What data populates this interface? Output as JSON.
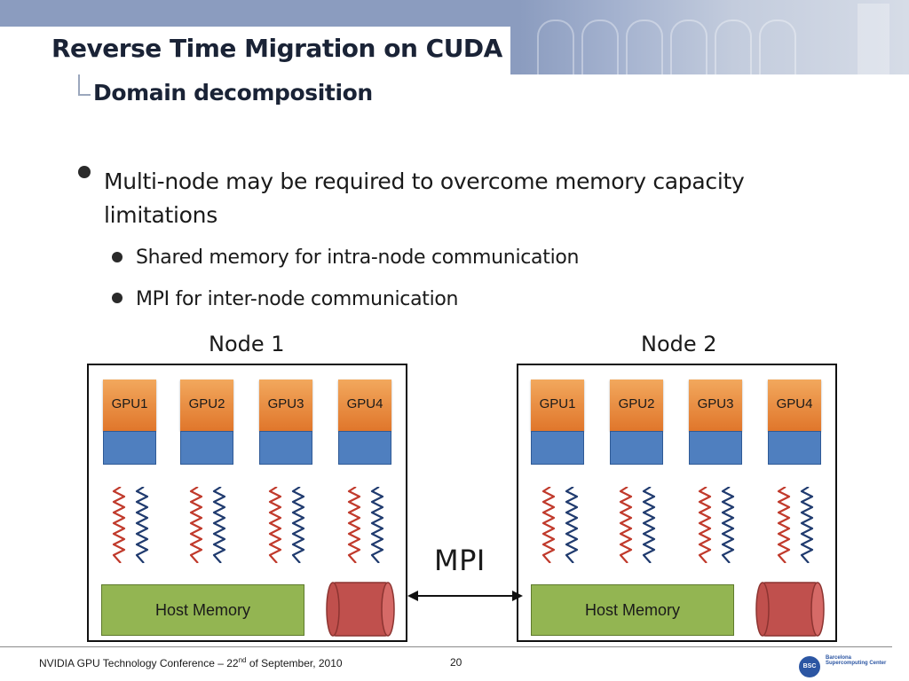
{
  "slide": {
    "title": "Reverse Time Migration on CUDA",
    "subtitle": "Domain decomposition",
    "bullets": [
      {
        "text": "Multi-node may be required to overcome memory capacity limitations",
        "sub": [
          "Shared memory for intra-node communication",
          "MPI for inter-node communication"
        ]
      }
    ]
  },
  "diagram": {
    "nodes": [
      {
        "label": "Node 1",
        "gpus": [
          "GPU1",
          "GPU2",
          "GPU3",
          "GPU4"
        ],
        "host_memory": "Host Memory"
      },
      {
        "label": "Node 2",
        "gpus": [
          "GPU1",
          "GPU2",
          "GPU3",
          "GPU4"
        ],
        "host_memory": "Host Memory"
      }
    ],
    "link_label": "MPI",
    "colors": {
      "gpu": "#e8873b",
      "gpu_memory": "#4f7fbf",
      "host_memory": "#93b552",
      "disk": "#c0504d",
      "coil_red": "#c0392b",
      "coil_blue": "#1f3a6e"
    }
  },
  "footer": {
    "conference_prefix": "NVIDIA GPU Technology Conference – 22",
    "conference_sup": "nd",
    "conference_suffix": " of September, 2010",
    "page_number": "20",
    "logo_abbrev": "BSC",
    "logo_text": "Barcelona Supercomputing Center"
  }
}
